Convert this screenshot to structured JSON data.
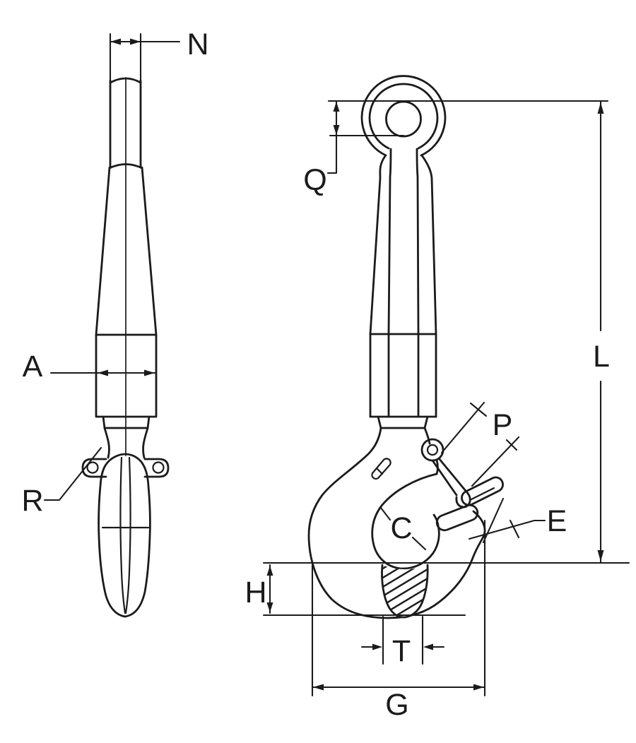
{
  "diagram": {
    "type": "engineering-dimension-drawing",
    "subject": "Eye hoist hook with safety latch, two orthographic views with lettered dimension callouts",
    "colors": {
      "background": "#ffffff",
      "line": "#1b1b1b"
    },
    "views": [
      {
        "name": "side-view",
        "dimension_letters": [
          "N",
          "A",
          "R"
        ]
      },
      {
        "name": "front-view",
        "dimension_letters": [
          "Q",
          "L",
          "P",
          "C",
          "E",
          "H",
          "T",
          "G"
        ]
      }
    ],
    "labels": {
      "N": "N",
      "A": "A",
      "R": "R",
      "Q": "Q",
      "L": "L",
      "P": "P",
      "C": "C",
      "E": "E",
      "H": "H",
      "T": "T",
      "G": "G"
    }
  }
}
